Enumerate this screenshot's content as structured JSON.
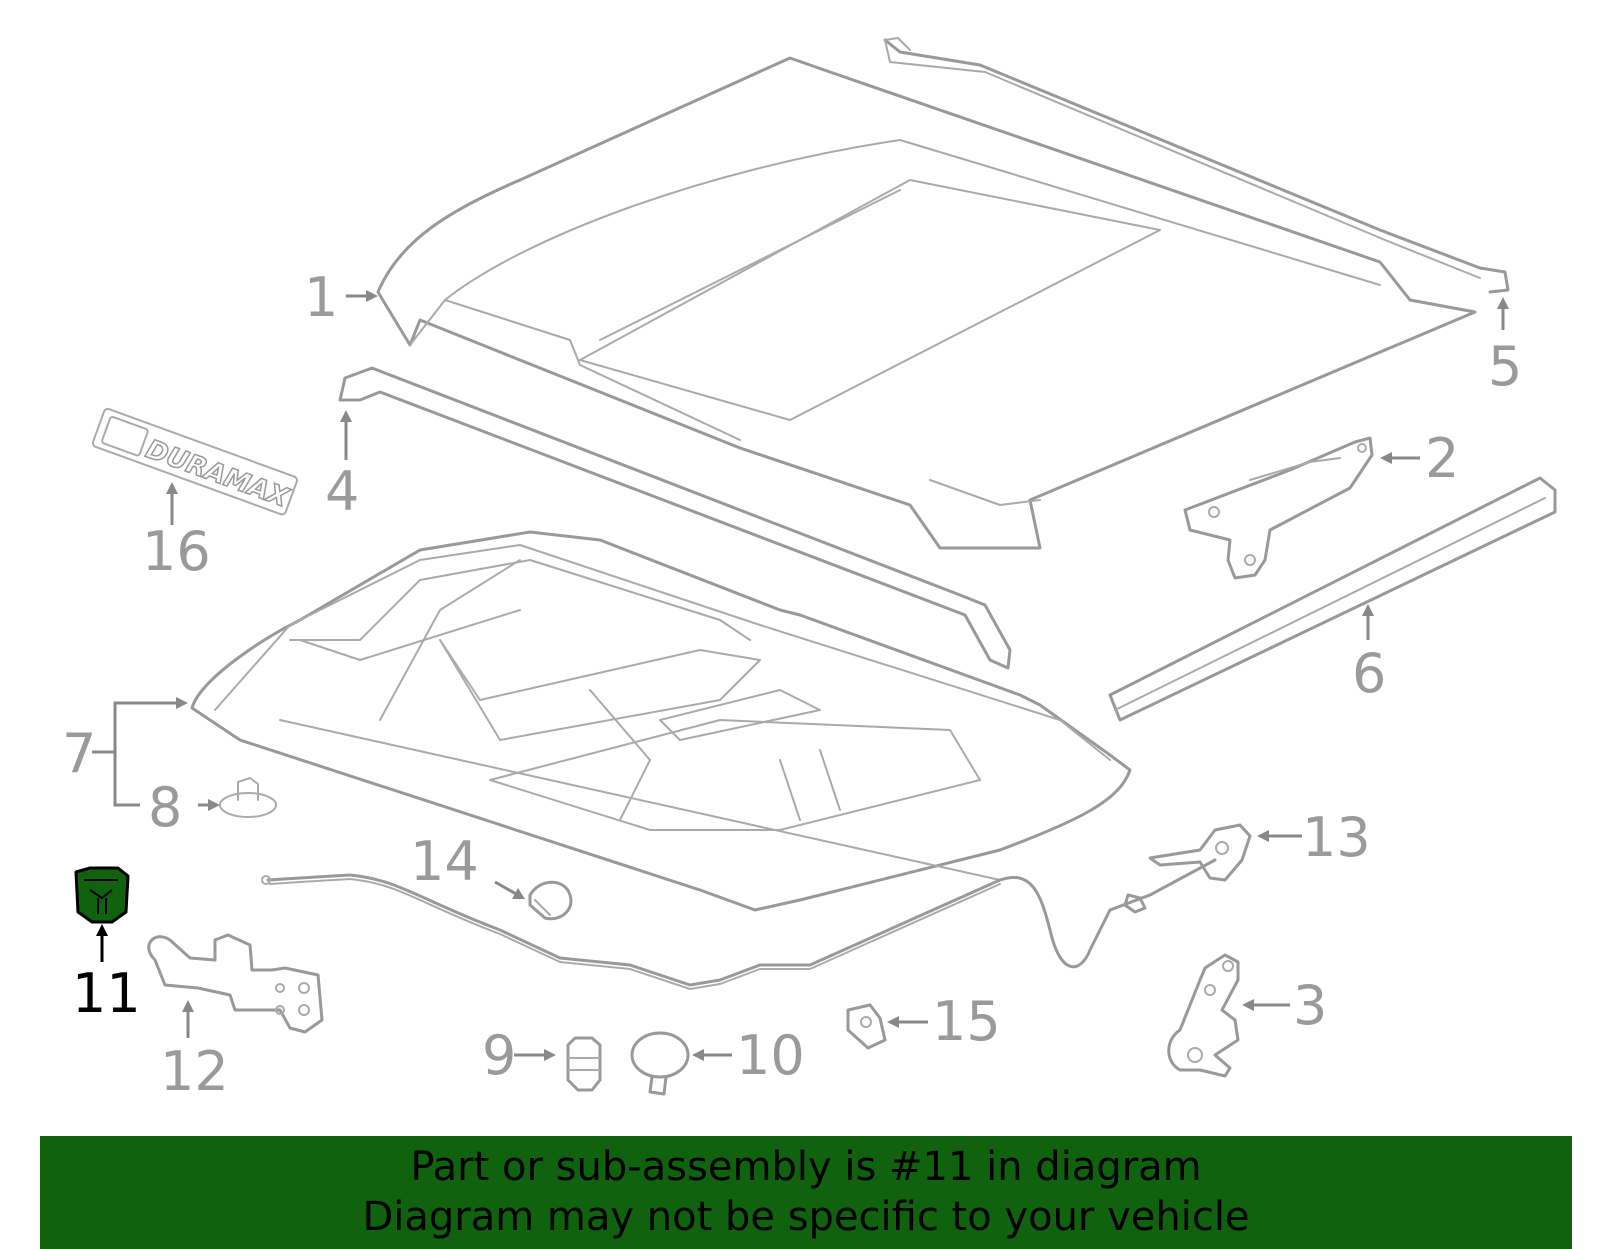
{
  "callouts": {
    "c1": "1",
    "c2": "2",
    "c3": "3",
    "c4": "4",
    "c5": "5",
    "c6": "6",
    "c7": "7",
    "c8": "8",
    "c9": "9",
    "c10": "10",
    "c11": "11",
    "c12": "12",
    "c13": "13",
    "c14": "14",
    "c15": "15",
    "c16": "16"
  },
  "emblem_text": "DURAMAX",
  "highlight": {
    "part": "11",
    "color": "#10620e"
  },
  "banner": {
    "line1": "Part or sub-assembly is #11 in diagram",
    "line2": "Diagram may not be specific to your vehicle"
  }
}
